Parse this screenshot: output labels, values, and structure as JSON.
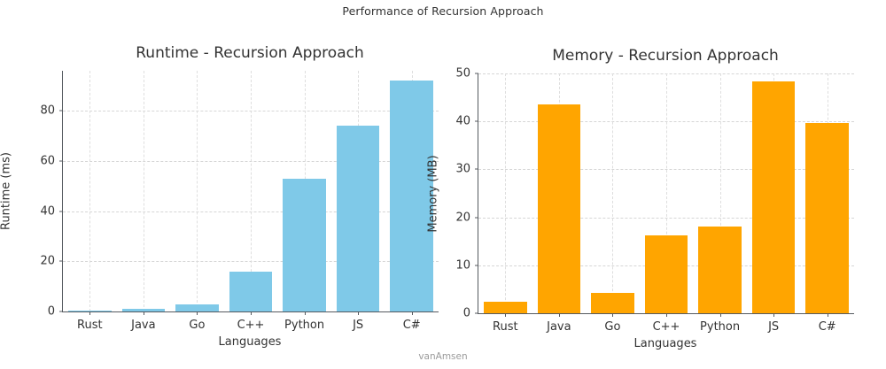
{
  "figure": {
    "suptitle": "Performance of Recursion Approach",
    "watermark": "vanAmsen",
    "background": "#ffffff"
  },
  "chart_data": [
    {
      "type": "bar",
      "id": "runtime",
      "title": "Runtime - Recursion Approach",
      "xlabel": "Languages",
      "ylabel": "Runtime (ms)",
      "categories": [
        "Rust",
        "Java",
        "Go",
        "C++",
        "Python",
        "JS",
        "C#"
      ],
      "values": [
        0.2,
        1.0,
        3.0,
        16.0,
        53.0,
        74.0,
        92.0
      ],
      "ylim": [
        0,
        96
      ],
      "yticks": [
        0,
        20,
        40,
        60,
        80
      ],
      "ytick_labels": [
        "0",
        "20",
        "40",
        "60",
        "80"
      ],
      "bar_color": "#7fc9e8",
      "grid": true,
      "legend": "none"
    },
    {
      "type": "bar",
      "id": "memory",
      "title": "Memory - Recursion Approach",
      "xlabel": "Languages",
      "ylabel": "Memory (MB)",
      "categories": [
        "Rust",
        "Java",
        "Go",
        "C++",
        "Python",
        "JS",
        "C#"
      ],
      "values": [
        2.4,
        43.6,
        4.3,
        16.2,
        18.1,
        48.3,
        39.7
      ],
      "ylim": [
        0,
        50
      ],
      "yticks": [
        0,
        10,
        20,
        30,
        40,
        50
      ],
      "ytick_labels": [
        "0",
        "10",
        "20",
        "30",
        "40",
        "50"
      ],
      "bar_color": "#ffa500",
      "grid": true,
      "legend": "none"
    }
  ]
}
